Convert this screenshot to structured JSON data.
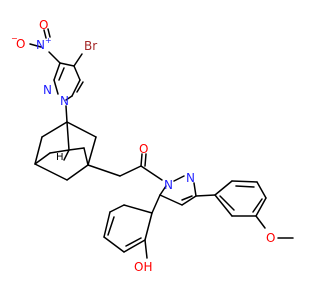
{
  "molecule": {
    "colors": {
      "carbon_bond": "#000000",
      "nitrogen": "#1f1fff",
      "oxygen": "#ff0000",
      "bromine": "#a52a2a",
      "background": "#ffffff"
    },
    "labels": {
      "bromine": "Br",
      "nitro_o_minus": "O",
      "nitro_o_minus_charge": "−",
      "nitro_n_plus": "N",
      "nitro_n_plus_charge": "+",
      "nitro_o_double": "O",
      "pyrazole_n1": "N",
      "pyrazole_n2": "N",
      "bridgehead_h": "H",
      "carbonyl_o": "O",
      "pyrazoline_n1": "N",
      "pyrazoline_n2": "N",
      "hydroxyl": "OH",
      "methoxy_o": "O"
    }
  }
}
